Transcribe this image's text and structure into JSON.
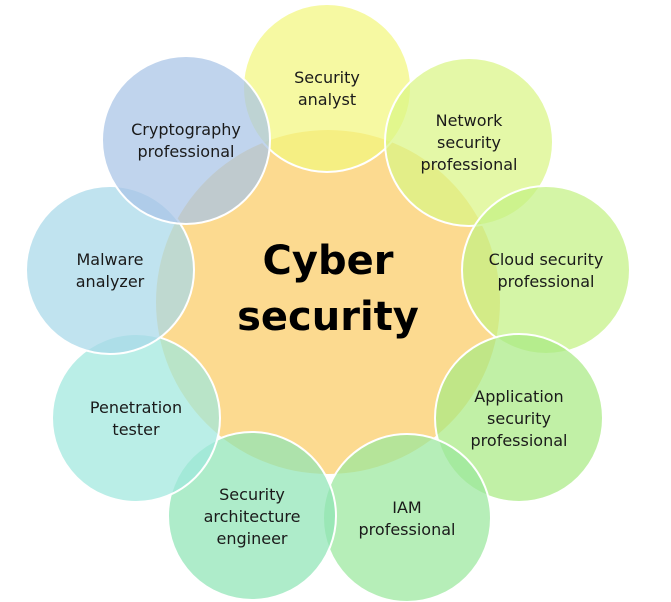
{
  "center": {
    "lines": [
      "Cyber",
      "security"
    ],
    "color": "#fcd88a"
  },
  "roles": [
    {
      "lines": [
        "Security",
        "analyst"
      ],
      "color": "#f2f77e"
    },
    {
      "lines": [
        "Network",
        "security",
        "professional"
      ],
      "color": "#d9f585"
    },
    {
      "lines": [
        "Cloud security",
        "professional"
      ],
      "color": "#c3f184"
    },
    {
      "lines": [
        "Application",
        "security",
        "professional"
      ],
      "color": "#a9ea84"
    },
    {
      "lines": [
        "IAM",
        "professional"
      ],
      "color": "#9ae89c"
    },
    {
      "lines": [
        "Security",
        "architecture",
        "engineer"
      ],
      "color": "#8fe5b6"
    },
    {
      "lines": [
        "Penetration",
        "tester"
      ],
      "color": "#a0e8de"
    },
    {
      "lines": [
        "Malware",
        "analyzer"
      ],
      "color": "#a7d8e9"
    },
    {
      "lines": [
        "Cryptography",
        "professional"
      ],
      "color": "#a8c3e6"
    }
  ]
}
